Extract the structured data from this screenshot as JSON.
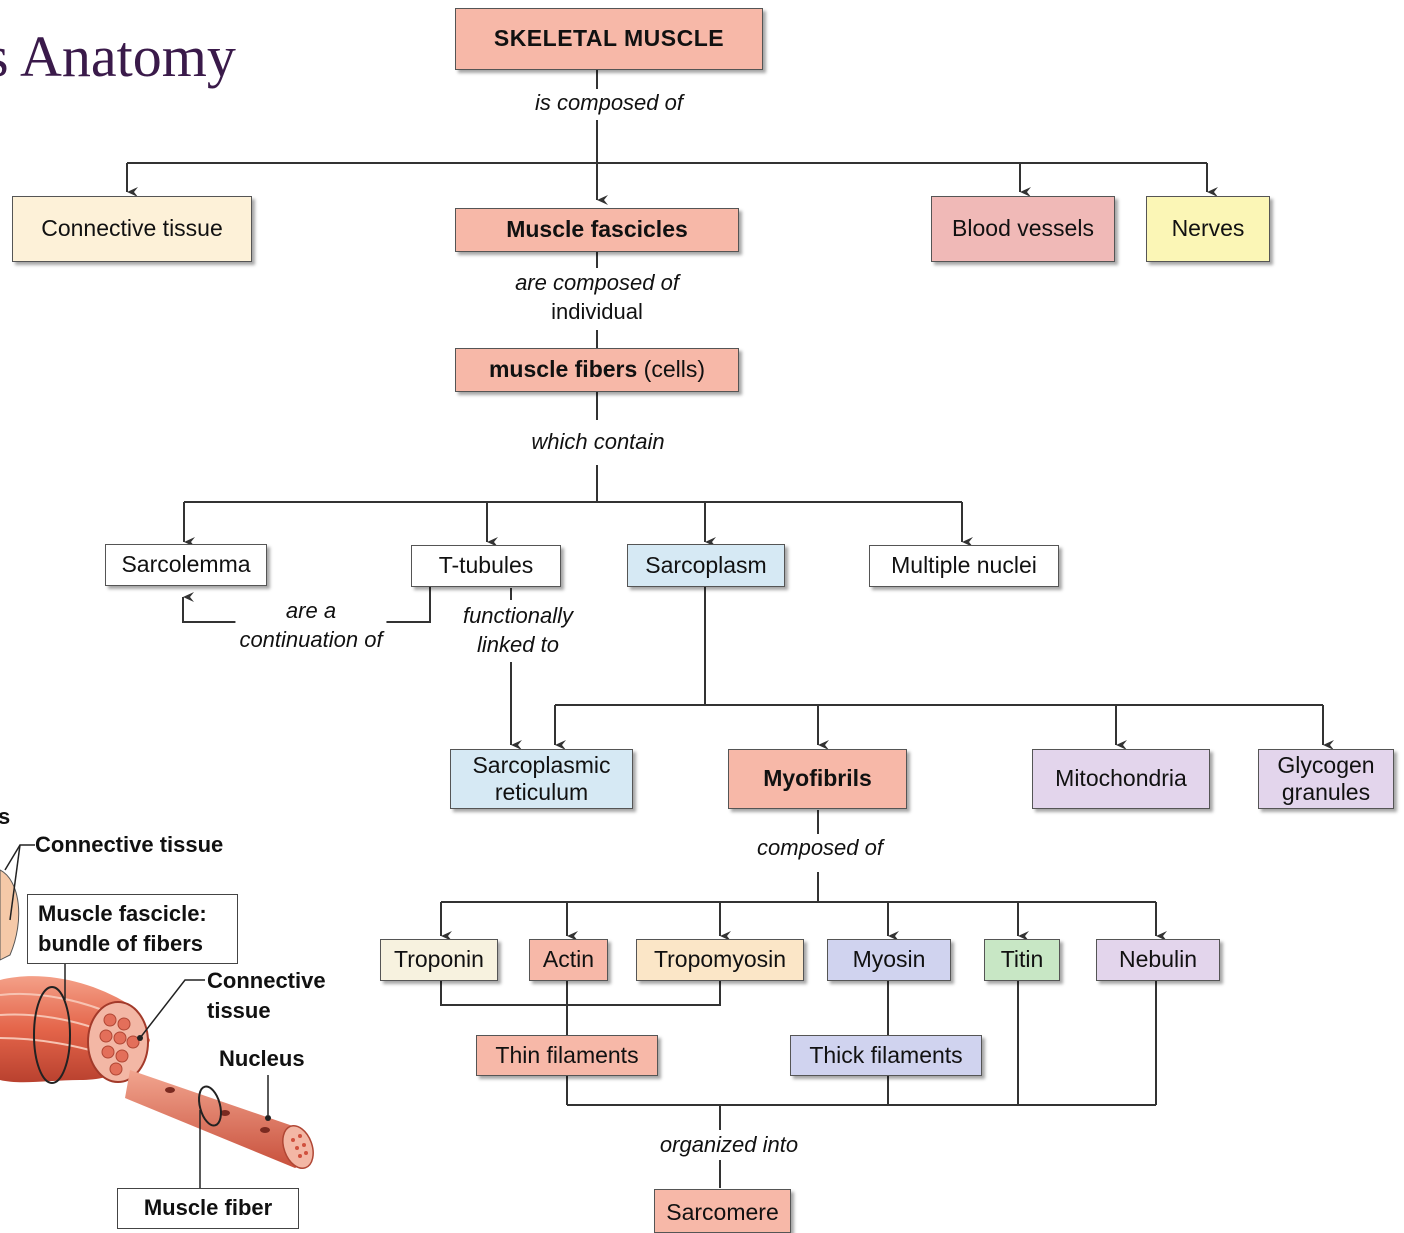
{
  "title_fragment": "s",
  "slide_title": "Anatomy",
  "colors": {
    "pink": "#f7b8a8",
    "cream": "#fdf1d8",
    "rose": "#f0b9b7",
    "yellow": "#fbf6b6",
    "light_blue": "#d6e9f4",
    "lavender": "#e3d5ec",
    "periwinkle": "#d0d3ef",
    "green": "#c8e7c5",
    "ivory": "#f7f2df",
    "tan": "#fbe6c7",
    "line": "#333333"
  },
  "nodes": {
    "skeletal_muscle": "SKELETAL MUSCLE",
    "connective_tissue": "Connective tissue",
    "muscle_fascicles": "Muscle fascicles",
    "blood_vessels": "Blood vessels",
    "nerves": "Nerves",
    "muscle_fibers_bold": "muscle fibers",
    "muscle_fibers_rest": " (cells)",
    "sarcolemma": "Sarcolemma",
    "t_tubules": "T-tubules",
    "sarcoplasm": "Sarcoplasm",
    "multiple_nuclei": "Multiple nuclei",
    "sarcoplasmic_reticulum_1": "Sarcoplasmic",
    "sarcoplasmic_reticulum_2": "reticulum",
    "myofibrils": "Myofibrils",
    "mitochondria": "Mitochondria",
    "glycogen_1": "Glycogen",
    "glycogen_2": "granules",
    "troponin": "Troponin",
    "actin": "Actin",
    "tropomyosin": "Tropomyosin",
    "myosin": "Myosin",
    "titin": "Titin",
    "nebulin": "Nebulin",
    "thin_filaments": "Thin filaments",
    "thick_filaments": "Thick filaments",
    "sarcomere": "Sarcomere"
  },
  "links": {
    "is_composed_of": "is composed of",
    "are_composed_of_1": "are composed of",
    "are_composed_of_2": "individual",
    "which_contain": "which contain",
    "are_a_1": "are a",
    "are_a_2": "continuation of",
    "functionally_1": "functionally",
    "functionally_2": "linked to",
    "composed_of": "composed of",
    "organized_into": "organized into"
  },
  "illustration": {
    "edge_label": "s",
    "connective_tissue_1": "Connective tissue",
    "fascicle_1": "Muscle fascicle:",
    "fascicle_2": "bundle of fibers",
    "connective_tissue_2a": "Connective",
    "connective_tissue_2b": "tissue",
    "nucleus": "Nucleus",
    "muscle_fiber": "Muscle fiber"
  }
}
